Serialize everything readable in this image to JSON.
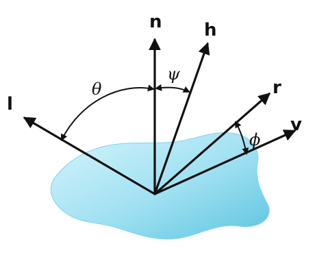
{
  "diagram": {
    "vectors": {
      "n": "n",
      "h": "h",
      "r": "r",
      "v": "v",
      "l": "l"
    },
    "angles": {
      "theta": "θ",
      "psi": "ψ",
      "phi": "ϕ"
    },
    "colors": {
      "surface_light": "#bfeefa",
      "surface_dark": "#5cc5e0",
      "ink": "#111111"
    }
  }
}
